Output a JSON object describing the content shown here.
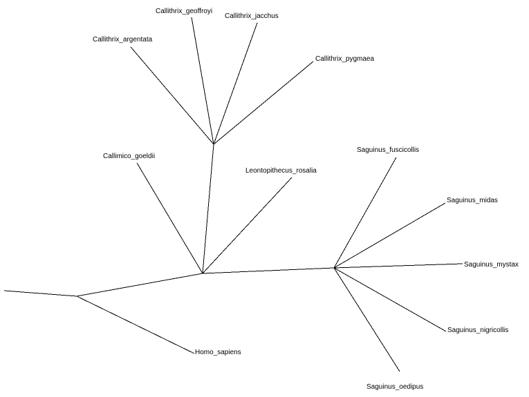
{
  "tree": {
    "taxa": [
      "Callithrix_geoffroyi",
      "Callithrix_jacchus",
      "Callithrix_argentata",
      "Callithrix_pygmaea",
      "Callimico_goeldii",
      "Leontopithecus_rosalia",
      "Saguinus_fuscicollis",
      "Saguinus_midas",
      "Saguinus_mystax",
      "Saguinus_nigricollis",
      "Saguinus_oedipus",
      "Homo_sapiens"
    ]
  }
}
